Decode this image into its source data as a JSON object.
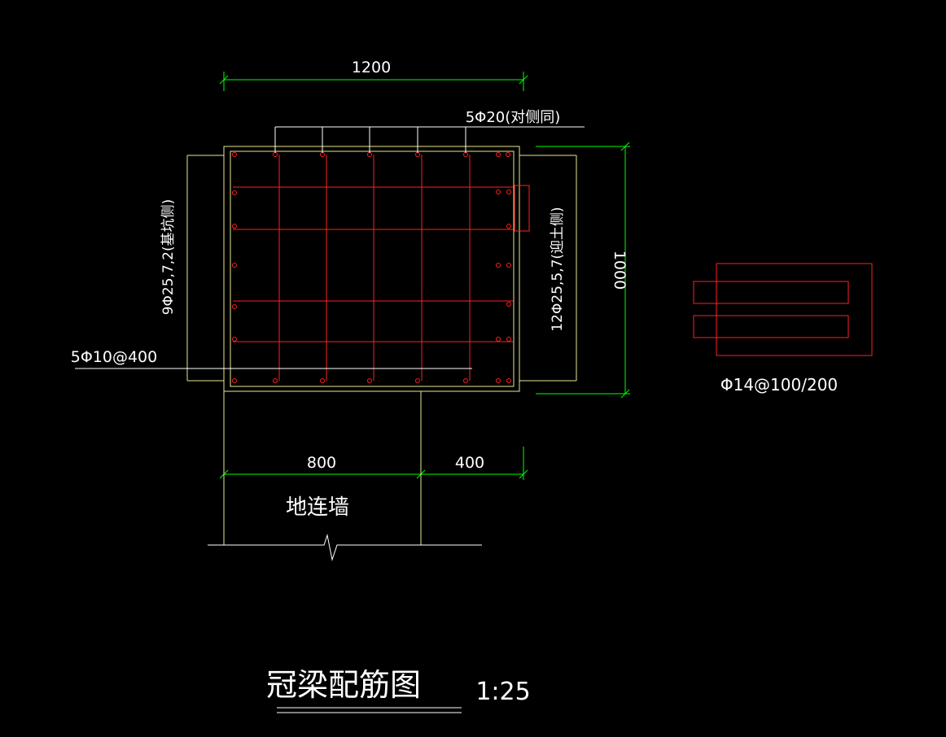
{
  "dimensions": {
    "top_width": "1200",
    "side_height": "1000",
    "bottom_left": "800",
    "bottom_right": "400"
  },
  "rebar_labels": {
    "top": "5Φ20(对侧同)",
    "left": "9Φ25,7,2(基坑侧)",
    "right": "12Φ25,5,7(迎土侧)",
    "stirrup": "5Φ10@400",
    "detail": "Φ14@100/200"
  },
  "wall_label": "地连墙",
  "title": "冠梁配筋图",
  "scale": "1:25",
  "colors": {
    "background": "#000000",
    "dimension": "#00ff00",
    "outline": "#e8e890",
    "rebar": "#ff2020",
    "leader": "#ffffff"
  }
}
